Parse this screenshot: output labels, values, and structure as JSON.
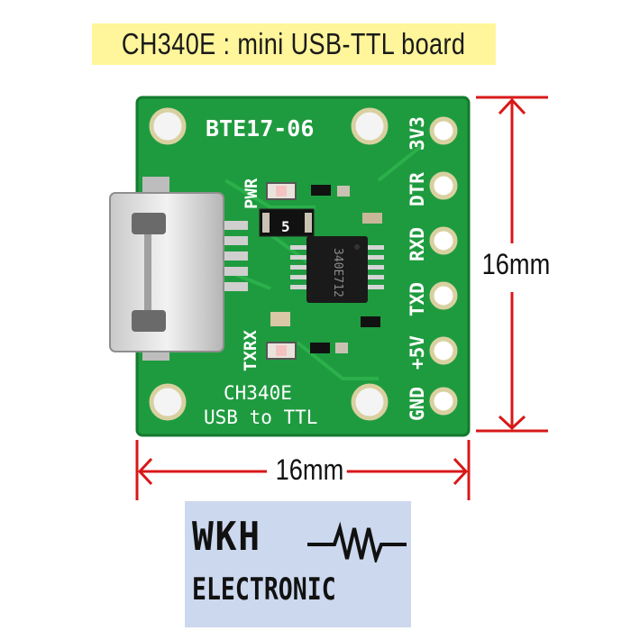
{
  "title": "CH340E : mini USB-TTL board",
  "dimensions": {
    "height_label": "16mm",
    "width_label": "16mm"
  },
  "board": {
    "model": "BTE17-06",
    "chip_label": "CH340E",
    "function_label": "USB to TTL",
    "led_labels": {
      "power": "PWR",
      "txrx": "TXRX"
    },
    "component_marker": "5",
    "chip_marking": "340E712",
    "pins": [
      "3V3",
      "DTR",
      "RXD",
      "TXD",
      "+5V",
      "GND"
    ]
  },
  "logo": {
    "line1": "WKH",
    "line2": "ELECTRONIC"
  },
  "colors": {
    "pcb": "#1f9b3f",
    "banner": "#fff59a",
    "dimension_line": "#d81818",
    "logo_bg": "#ccd8ee"
  }
}
